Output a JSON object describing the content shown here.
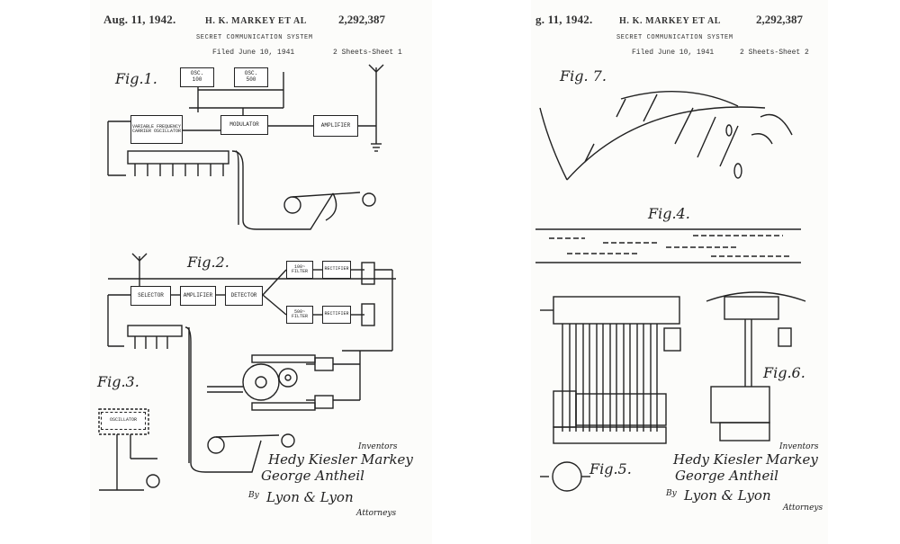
{
  "sheet1": {
    "date": "Aug. 11, 1942.",
    "inventors": "H. K. MARKEY ET AL",
    "patent_number": "2,292,387",
    "title": "SECRET COMMUNICATION SYSTEM",
    "filed": "Filed June 10, 1941",
    "sheet": "2 Sheets-Sheet 1",
    "fig1_label": "Fig.1.",
    "fig2_label": "Fig.2.",
    "fig3_label": "Fig.3.",
    "blocks": {
      "osc100": "OSC.\n100",
      "osc500": "OSC.\n500",
      "carrier": "VARIABLE FREQUENCY CARRIER OSCILLATOR",
      "modulator": "MODULATOR",
      "amplifier": "AMPLIFIER",
      "selector": "SELECTOR",
      "amplifier2": "AMPLIFIER",
      "detector": "DETECTOR",
      "filter100": "100~ FILTER",
      "rectifier1": "RECTIFIER",
      "filter500": "500~ FILTER",
      "rectifier2": "RECTIFIER",
      "oscillator3": "OSCILLATOR"
    },
    "signature_inventors_label": "Inventors",
    "signature_1": "Hedy Kiesler Markey",
    "signature_2": "George Antheil",
    "signature_by": "By",
    "signature_attorney": "Lyon & Lyon",
    "attorney_label": "Attorneys"
  },
  "sheet2": {
    "date": "g. 11, 1942.",
    "inventors": "H. K. MARKEY ET AL",
    "patent_number": "2,292,387",
    "title": "SECRET COMMUNICATION SYSTEM",
    "filed": "Filed June 10, 1941",
    "sheet": "2 Sheets-Sheet 2",
    "fig7_label": "Fig. 7.",
    "fig4_label": "Fig.4.",
    "fig5_label": "Fig.5.",
    "fig6_label": "Fig.6.",
    "signature_inventors_label": "Inventors",
    "signature_1": "Hedy Kiesler Markey",
    "signature_2": "George Antheil",
    "signature_by": "By",
    "signature_attorney": "Lyon & Lyon",
    "attorney_label": "Attorneys"
  }
}
